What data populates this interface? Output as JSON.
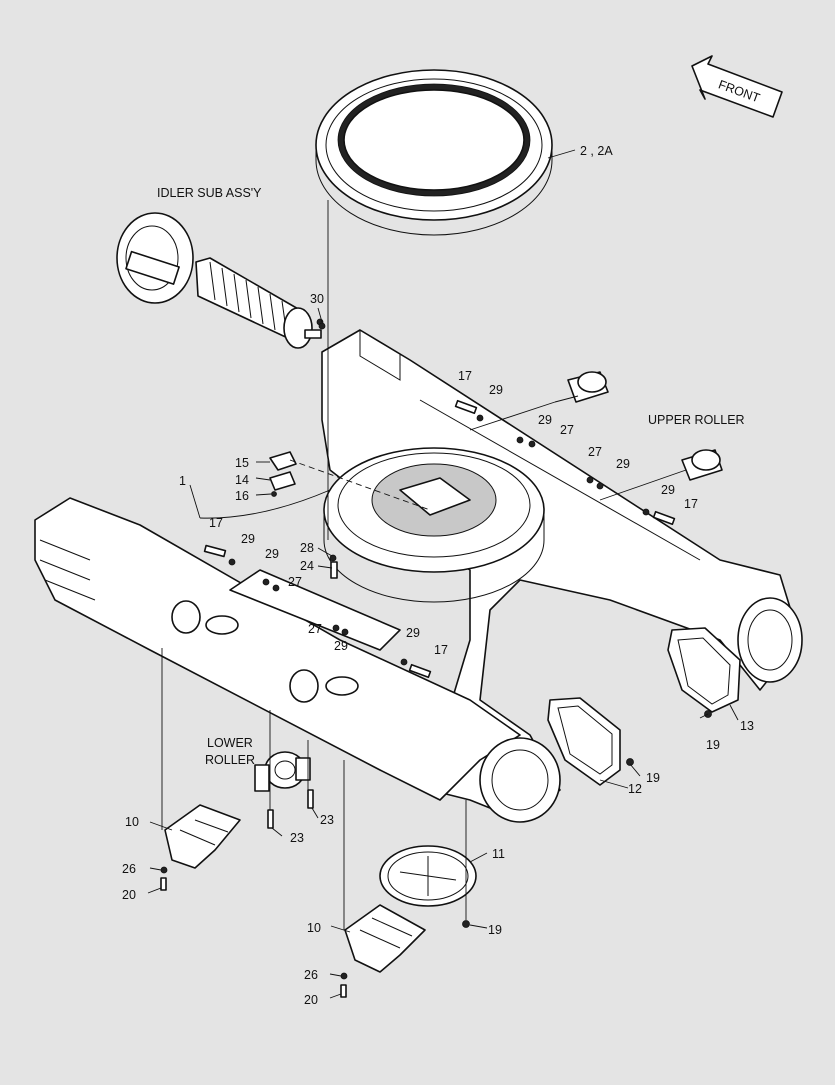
{
  "front_label": "FRONT",
  "assembly_labels": {
    "idler": "IDLER SUB ASS'Y",
    "upper_roller": "UPPER ROLLER",
    "lower_roller_line1": "LOWER",
    "lower_roller_line2": "ROLLER"
  },
  "callouts": {
    "swing_bearing": "2 , 2A",
    "c30": "30",
    "c17a": "17",
    "c29a": "29",
    "c29b": "29",
    "c27a": "27",
    "c27b": "27",
    "c29c": "29",
    "c29d": "29",
    "c17b": "17",
    "c15": "15",
    "c14": "14",
    "c16": "16",
    "c1": "1",
    "c17c": "17",
    "c29e": "29",
    "c29f": "29",
    "c27c": "27",
    "c28": "28",
    "c24": "24",
    "c27d": "27",
    "c29g": "29",
    "c29h": "29",
    "c17d": "17",
    "c13": "13",
    "c19a": "19",
    "c19b": "19",
    "c12": "12",
    "c10a": "10",
    "c26a": "26",
    "c20a": "20",
    "c23a": "23",
    "c23b": "23",
    "c11": "11",
    "c19c": "19",
    "c10b": "10",
    "c26b": "26",
    "c20b": "20"
  }
}
